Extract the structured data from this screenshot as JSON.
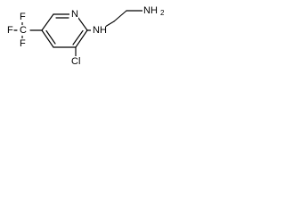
{
  "molecule": {
    "atom_labels": {
      "ring_nitrogen": "N",
      "amine_nh": "NH",
      "terminal_amine": "NH",
      "terminal_amine_subscript": "2",
      "chlorine": "Cl",
      "trifluoromethyl": "F",
      "trifluoromethyl_f1": "F",
      "trifluoromethyl_f2": "F",
      "trifluoromethyl_c": "C"
    }
  }
}
